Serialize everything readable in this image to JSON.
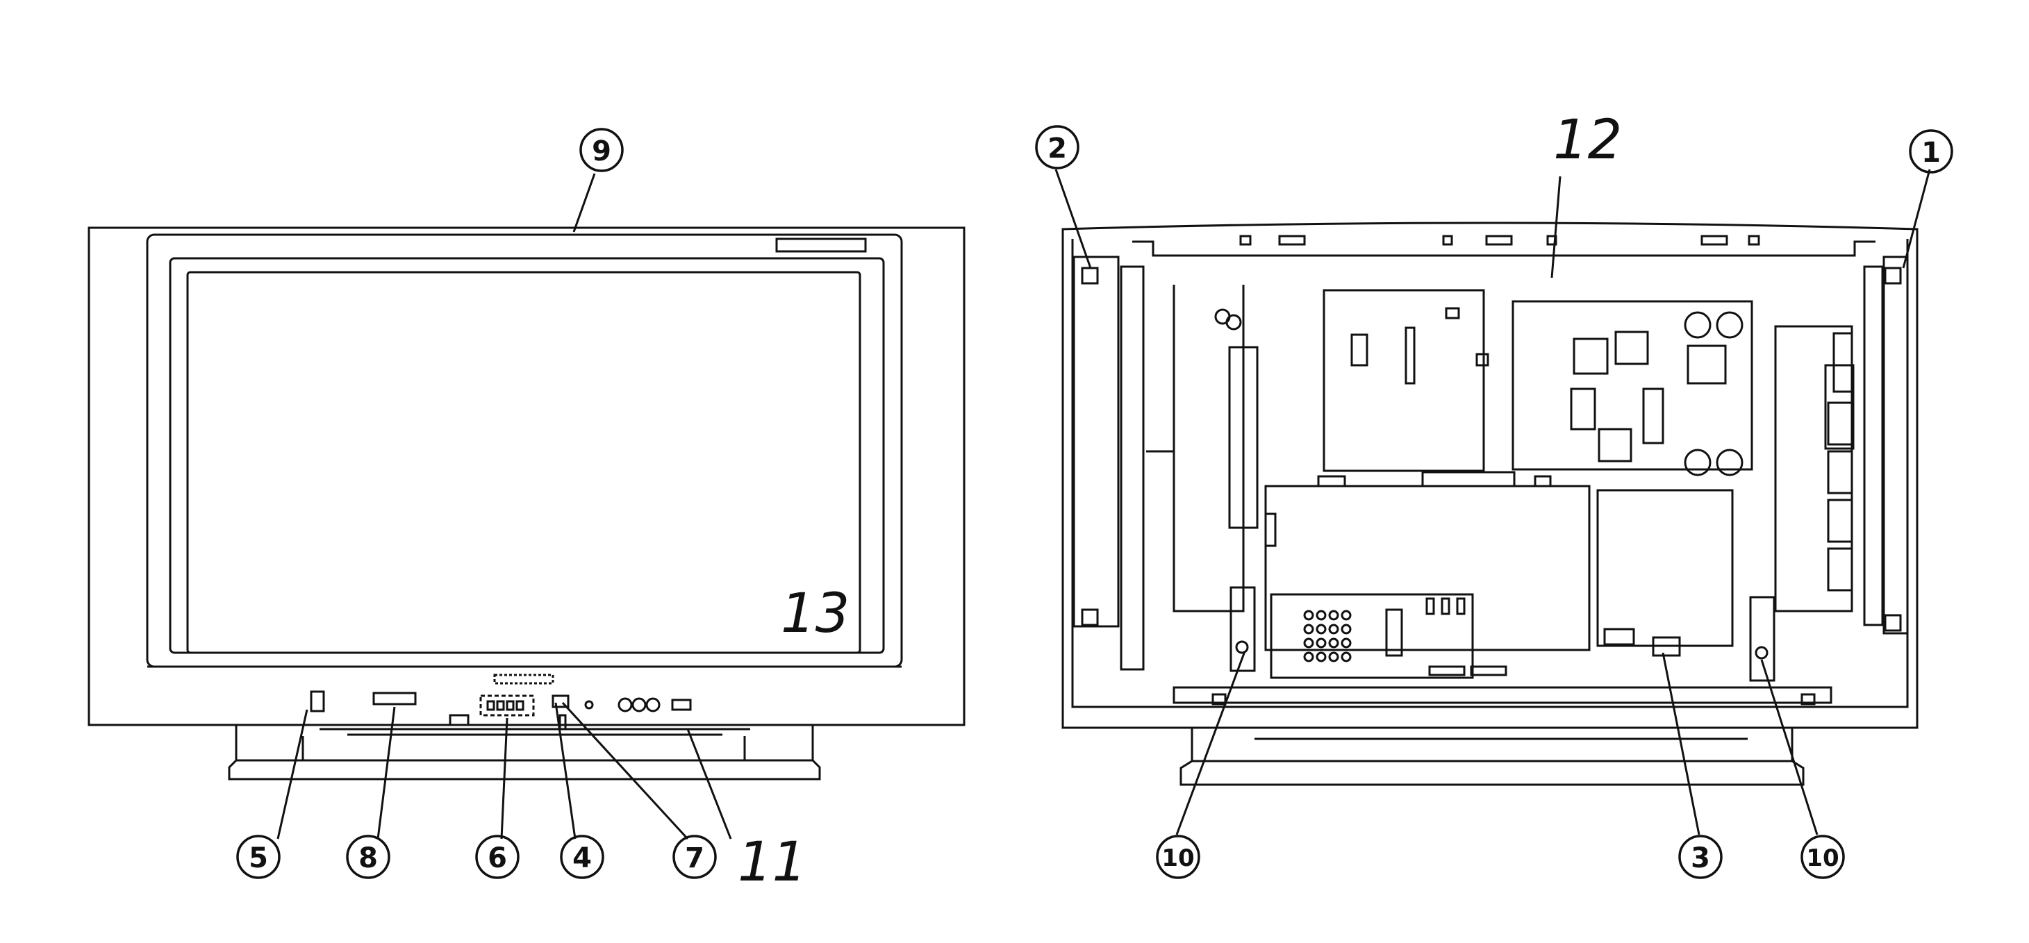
{
  "callouts": {
    "c1": "1",
    "c2": "2",
    "c3": "3",
    "c4": "4",
    "c5": "5",
    "c6": "6",
    "c7": "7",
    "c8": "8",
    "c9": "9",
    "c10a": "10",
    "c10b": "10"
  },
  "handwritten": {
    "h11": "11",
    "h12": "12",
    "h13": "13"
  }
}
